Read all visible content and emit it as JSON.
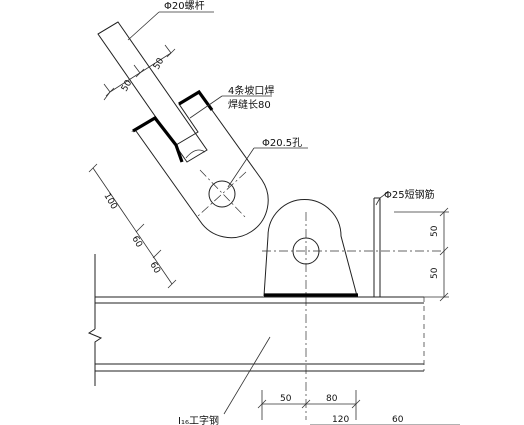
{
  "labels": {
    "rod": "Φ20螺杆",
    "weld_line1": "4条坡口焊",
    "weld_line2": "焊缝长80",
    "hole": "Φ20.5孔",
    "rebar": "Φ25短钢筋",
    "beam": "I₁₆工字钢"
  },
  "dimensions": {
    "rod_a": "50",
    "rod_b": "50",
    "plate_100": "100",
    "plate_60a": "60",
    "plate_60b": "60",
    "right_50a": "50",
    "right_50b": "50",
    "bottom_50": "50",
    "bottom_80": "80",
    "bottom_120": "120",
    "bottom_60": "60"
  }
}
